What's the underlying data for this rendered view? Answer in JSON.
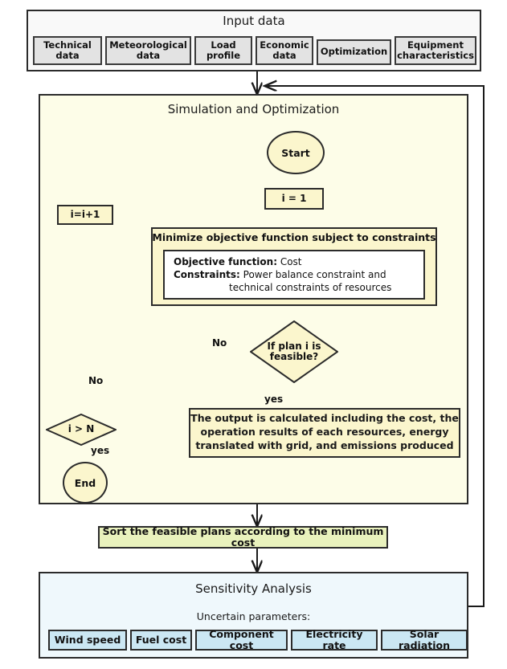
{
  "diagram": {
    "title": "Simulation and optimization flowchart",
    "colors": {
      "yellow_fill": "#fbf6cd",
      "green_fill": "#e9f2bd",
      "blue_fill": "#cbe7f3",
      "gray_fill": "#e3e3e3",
      "panel_sim_fill": "#fdfde8",
      "panel_sens_fill": "#eff8fc",
      "stroke": "#2b2b2b"
    }
  },
  "input_section": {
    "title": "Input data",
    "items": [
      {
        "label": "Technical\ndata",
        "line1": "Technical",
        "line2": "data"
      },
      {
        "label": "Meteorological\ndata",
        "line1": "Meteorological",
        "line2": "data"
      },
      {
        "label": "Load\nprofile",
        "line1": "Load",
        "line2": "profile"
      },
      {
        "label": "Economic\ndata",
        "line1": "Economic",
        "line2": "data"
      },
      {
        "label": "Optimization",
        "line1": "Optimization",
        "line2": ""
      },
      {
        "label": "Equipment\ncharacteristics",
        "line1": "Equipment",
        "line2": "characteristics"
      }
    ]
  },
  "simulation_section": {
    "title": "Simulation and Optimization",
    "start_node": "Start",
    "end_node": "End",
    "init_box": "i = 1",
    "increment_box": "i=i+1",
    "minimize_box": {
      "header": "Minimize objective function subject to constraints",
      "objective_label": "Objective function:",
      "objective_value": "Cost",
      "constraints_label": "Constraints:",
      "constraints_line1": "Power balance constraint and",
      "constraints_line2": "technical constraints of resources"
    },
    "feasible_decision": {
      "line1": "If plan i is",
      "line2": "feasible?",
      "no_label": "No",
      "yes_label": "yes"
    },
    "output_box": {
      "line1": "The output is calculated including the cost, the",
      "line2": "operation results of each resources, energy",
      "line3": "translated with grid, and emissions produced"
    },
    "counter_decision": {
      "label": "i > N",
      "no_label": "No",
      "yes_label": "yes"
    }
  },
  "sort_step": {
    "label": "Sort the feasible plans according to the minimum cost"
  },
  "sensitivity_section": {
    "title": "Sensitivity Analysis",
    "subtitle": "Uncertain parameters:",
    "parameters": [
      {
        "label": "Wind speed"
      },
      {
        "label": "Fuel cost"
      },
      {
        "label": "Component cost"
      },
      {
        "label": "Electricity rate"
      },
      {
        "label": "Solar radiation"
      }
    ]
  }
}
